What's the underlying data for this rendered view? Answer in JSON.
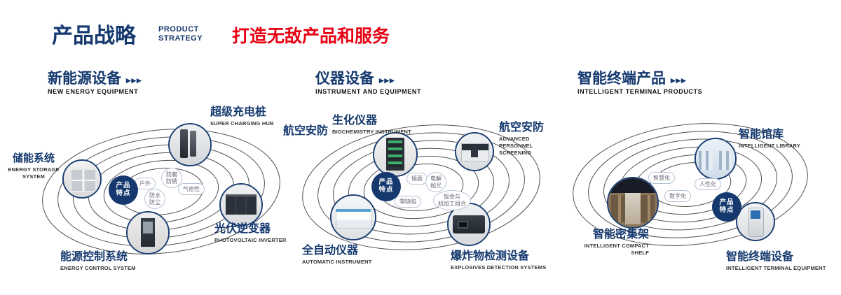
{
  "arrows": "▸▸▸",
  "colors": {
    "navy": "#15396e",
    "red": "#e60012"
  },
  "header": {
    "title": "产品战略",
    "en_line1": "PRODUCT",
    "en_line2": "STRATEGY",
    "tagline": "打造无敌产品和服务"
  },
  "sections": [
    {
      "title": "新能源设备",
      "subtitle": "NEW ENERGY EQUIPMENT",
      "badge": {
        "l1": "产品",
        "l2": "特点"
      },
      "pills": [
        {
          "l1": "户外"
        },
        {
          "l1": "防腐",
          "l2": "防锈"
        },
        {
          "l1": "气密性"
        },
        {
          "l1": "防水",
          "l2": "防尘"
        }
      ],
      "products": [
        {
          "name": "储能系统",
          "en": "ENERGY STORAGE SYSTEM",
          "icon": "energy-storage-cabinet"
        },
        {
          "name": "超级充电桩",
          "en": "SUPER CHARGING HUB",
          "icon": "charging-pile"
        },
        {
          "name": "光伏逆变器",
          "en": "PHOTOVOLTAIC INVERTER",
          "icon": "inverter-cabinet"
        },
        {
          "name": "能源控制系统",
          "en": "ENERGY CONTROL SYSTEM",
          "icon": "control-cabinet"
        }
      ]
    },
    {
      "title": "仪器设备",
      "subtitle": "INSTRUMENT AND EQUIPMENT",
      "badge": {
        "l1": "产品",
        "l2": "特点"
      },
      "extra_label": "航空安防",
      "pills": [
        {
          "l1": "镜面"
        },
        {
          "l1": "电解",
          "l2": "抛光"
        },
        {
          "l1": "零缺陷"
        },
        {
          "l1": "钣金与",
          "l2": "机加工组合"
        }
      ],
      "products": [
        {
          "name": "生化仪器",
          "en": "BIOCHEMISTRY INSTRUMENT",
          "icon": "biochemistry-rack"
        },
        {
          "name": "航空安防",
          "en": "ADVANCED PERSONNEL SCREENING",
          "icon": "personnel-scanner"
        },
        {
          "name": "全自动仪器",
          "en": "AUTOMATIC INSTRUMENT",
          "icon": "automatic-analyzer"
        },
        {
          "name": "爆炸物检测设备",
          "en": "EXPLOSIVES DETECTION SYSTEMS",
          "icon": "explosives-scanner"
        }
      ]
    },
    {
      "title": "智能终端产品",
      "subtitle": "INTELLIGENT TERMINAL PRODUCTS",
      "badge": {
        "l1": "产品",
        "l2": "特点"
      },
      "pills": [
        {
          "l1": "智慧化"
        },
        {
          "l1": "人性化"
        },
        {
          "l1": "数字化"
        }
      ],
      "products": [
        {
          "name": "智能馆库",
          "en": "INTELLIGENT LIBRARY",
          "icon": "library-room"
        },
        {
          "name": "智能密集架",
          "en": "INTELLIGENT COMPACT SHELF",
          "icon": "compact-shelf"
        },
        {
          "name": "智能终端设备",
          "en": "INTELLIGENT TERMINAL EQUIPMENT",
          "icon": "terminal-kiosk"
        }
      ]
    }
  ]
}
